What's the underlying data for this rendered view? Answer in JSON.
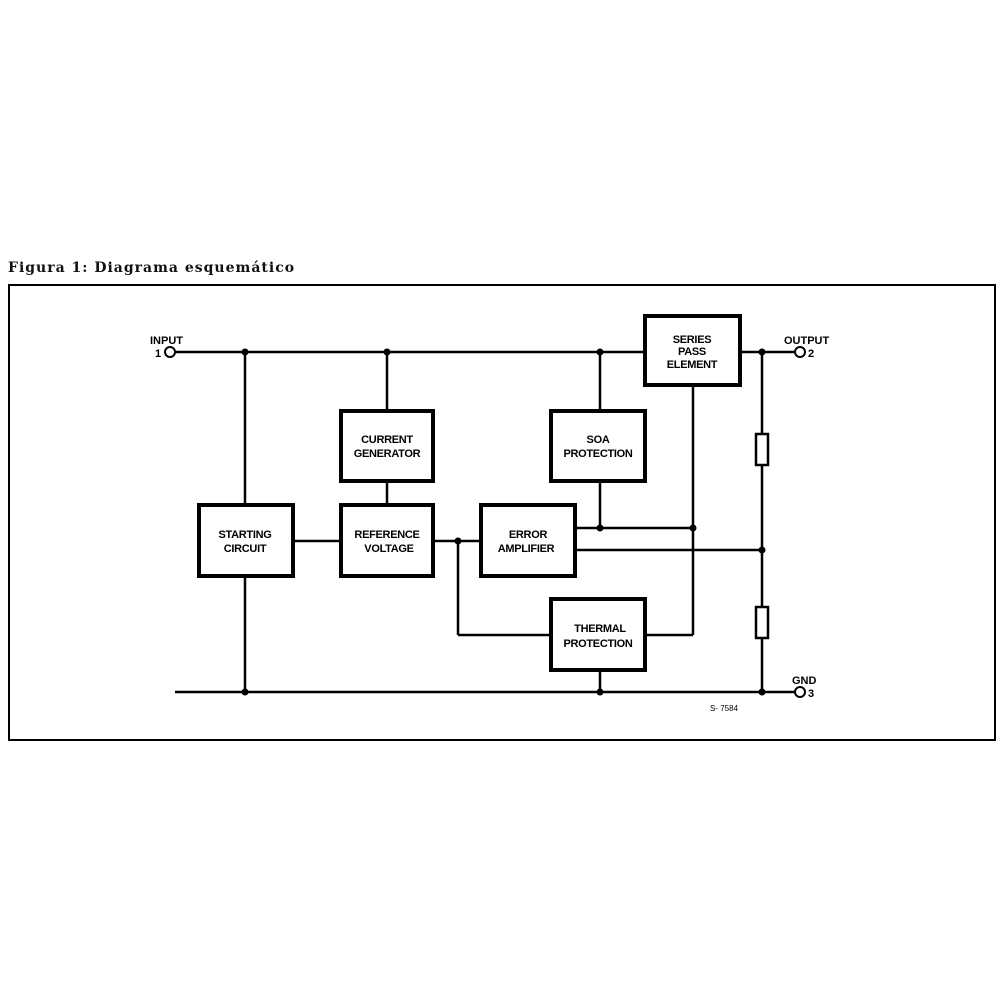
{
  "caption": "Figura 1: Diagrama esquemático",
  "blocks": {
    "series_pass": [
      "SERIES",
      "PASS",
      "ELEMENT"
    ],
    "current_generator": [
      "CURRENT",
      "GENERATOR"
    ],
    "soa_protection": [
      "SOA",
      "PROTECTION"
    ],
    "starting_circuit": [
      "STARTING",
      "CIRCUIT"
    ],
    "reference_voltage": [
      "REFERENCE",
      "VOLTAGE"
    ],
    "error_amplifier": [
      "ERROR",
      "AMPLIFIER"
    ],
    "thermal_protection": [
      "THERMAL",
      "PROTECTION"
    ]
  },
  "pins": {
    "input": {
      "label": "INPUT",
      "number": "1"
    },
    "output": {
      "label": "OUTPUT",
      "number": "2"
    },
    "gnd": {
      "label": "GND",
      "number": "3"
    }
  },
  "drawing_code": "S- 7584"
}
